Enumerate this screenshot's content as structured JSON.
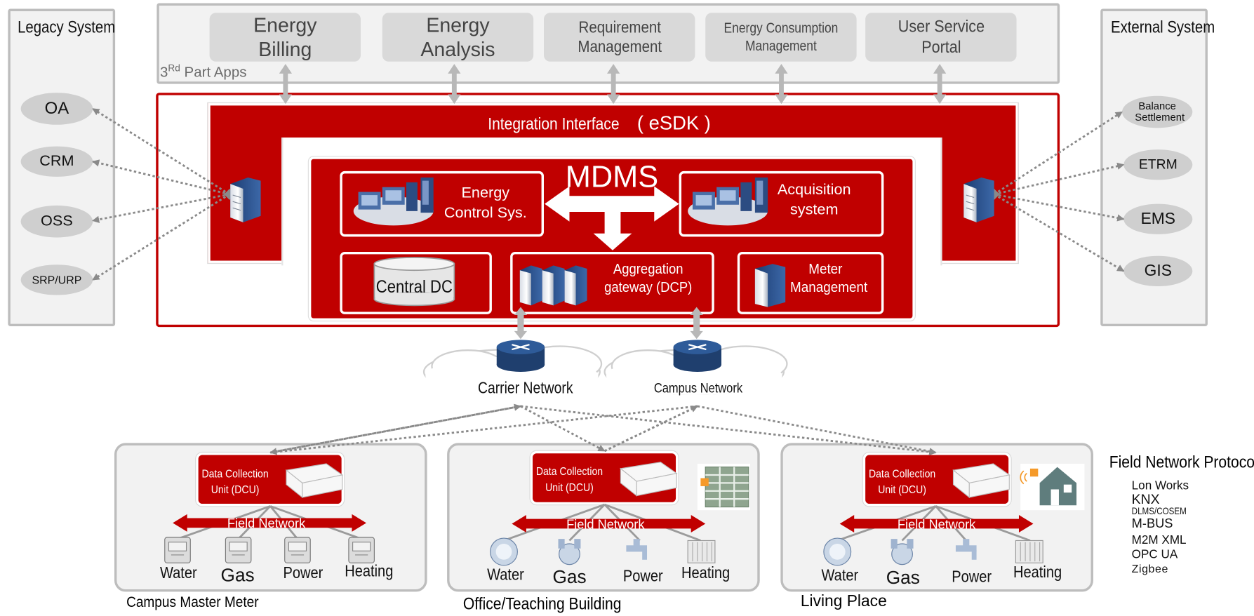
{
  "legacy": {
    "title": "Legacy System",
    "items": [
      "OA",
      "CRM",
      "OSS",
      "SRP/URP"
    ]
  },
  "external": {
    "title": "External System",
    "items": [
      "Balance Settlement",
      "ETRM",
      "EMS",
      "GIS"
    ]
  },
  "third_party": {
    "label_main": "3",
    "label_sup": "Rd",
    "label_rest": " Part Apps",
    "apps": [
      "Energy Billing",
      "Energy Analysis",
      "Requirement Management",
      "Energy Consumption Management",
      "User Service Portal"
    ]
  },
  "integration": {
    "label": "Integration Interface",
    "sdk": "( eSDK )"
  },
  "mdms": {
    "title": "MDMS",
    "energy_control": "Energy Control Sys.",
    "acquisition": "Acquisition system",
    "central_dc": "Central DC",
    "aggregation": "Aggregation gateway (DCP)",
    "meter_mgmt": "Meter Management"
  },
  "networks": {
    "carrier": "Carrier Network",
    "campus": "Campus Network"
  },
  "sites": [
    {
      "name": "Campus Master Meter",
      "dcu": "Data Collection Unit (DCU)",
      "field_network": "Field Network",
      "devices": [
        "Water",
        "Gas",
        "Power",
        "Heating"
      ]
    },
    {
      "name": "Office/Teaching Building",
      "dcu": "Data Collection Unit (DCU)",
      "field_network": "Field Network",
      "devices": [
        "Water",
        "Gas",
        "Power",
        "Heating"
      ]
    },
    {
      "name": "Living Place",
      "dcu": "Data Collection Unit (DCU)",
      "field_network": "Field Network",
      "devices": [
        "Water",
        "Gas",
        "Power",
        "Heating"
      ]
    }
  ],
  "protocols": {
    "title": "Field Network Protocols",
    "items": [
      "Lon Works",
      "KNX",
      "DLMS/COSEM",
      "M-BUS",
      "M2M XML",
      "OPC UA",
      "Zigbee"
    ]
  },
  "colors": {
    "red": "#c00000",
    "panel_gray": "#bdbdbd",
    "app_gray": "#d9d9d9",
    "oval_gray": "#cfcfcf",
    "router_blue": "#1f3f6e"
  }
}
